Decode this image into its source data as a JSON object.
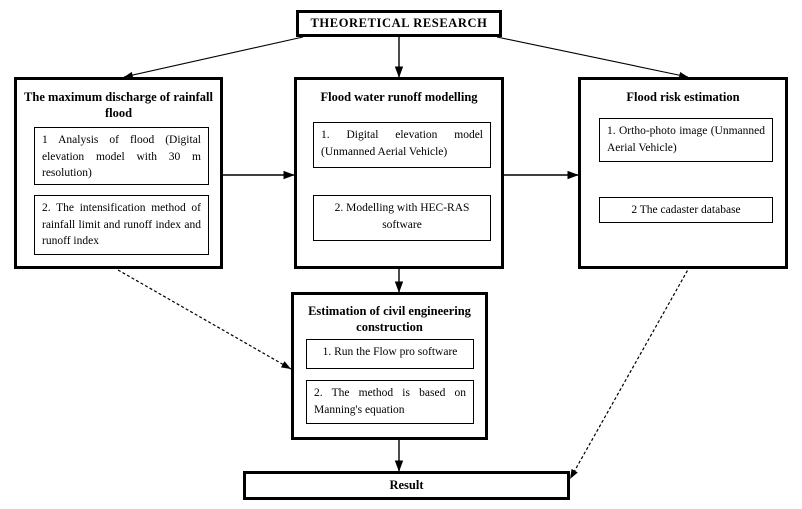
{
  "diagram": {
    "type": "flowchart",
    "title_box": {
      "label": "THEORETICAL RESEARCH"
    },
    "columns": [
      {
        "id": "max-discharge",
        "heading": "The maximum discharge of rainfall flood",
        "items": [
          "1  Analysis of flood (Digital elevation model with 30 m resolution)",
          "2. The intensification method of rainfall limit and runoff index and runoff index"
        ]
      },
      {
        "id": "flood-water-runoff",
        "heading": "Flood water runoff modelling",
        "items": [
          "1.  Digital elevation model (Unmanned Aerial Vehicle)",
          "2. Modelling with HEC-RAS software"
        ]
      },
      {
        "id": "flood-risk-estimation",
        "heading": "Flood risk estimation",
        "items": [
          "1.   Ortho-photo image (Unmanned Aerial Vehicle)",
          "2 The cadaster database"
        ]
      }
    ],
    "estimation_box": {
      "id": "civil-engineering-estimation",
      "heading": "Estimation of civil engineering construction",
      "items": [
        "1.    Run the Flow pro software",
        "2.   The method is based on Manning's equation"
      ]
    },
    "result_box": {
      "label": "Result"
    },
    "colors": {
      "stroke": "#000000",
      "background": "#ffffff"
    }
  }
}
